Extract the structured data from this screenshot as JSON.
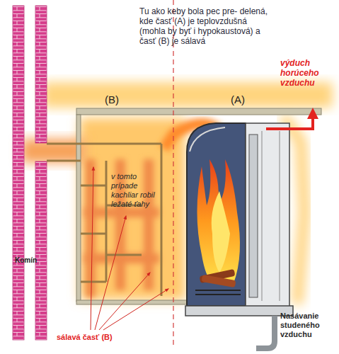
{
  "diagram": {
    "labels": [
      "Tu ako keby bola pec pre- delená, kde časť (A) je teplovzdušná (mohla by byť i hypokaustová) a časť (B) je sálavá",
      "(B)",
      "(A)",
      "výduch horúceho vzduchu",
      "v tomto prípade kachliar robil ležaté ťahy",
      "Komín",
      "sálavá časť (B)",
      "Nasávanie studeného vzduchu"
    ]
  }
}
